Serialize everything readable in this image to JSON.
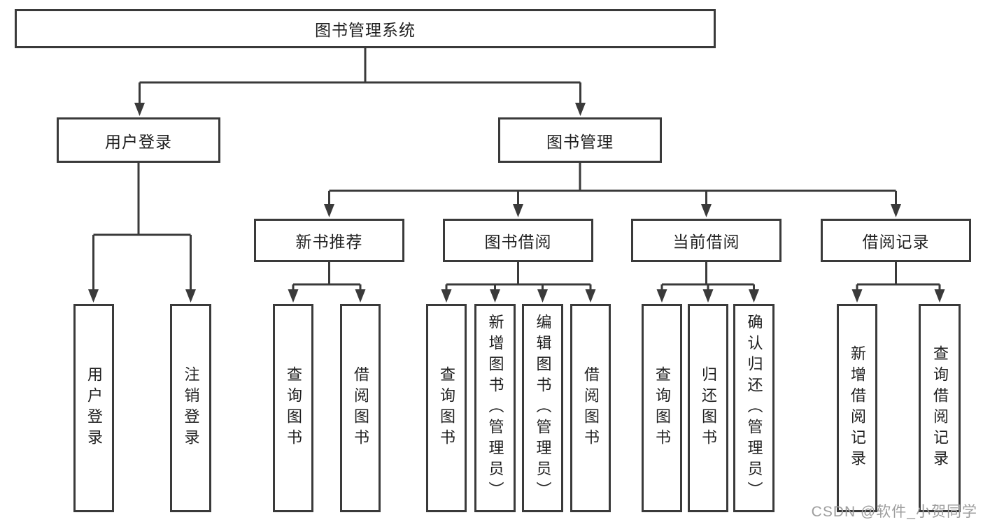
{
  "tree": {
    "root": {
      "label": "图书管理系统",
      "children": [
        {
          "label": "用户登录",
          "children": [
            {
              "label": "用户登录"
            },
            {
              "label": "注销登录"
            }
          ]
        },
        {
          "label": "图书管理",
          "children": [
            {
              "label": "新书推荐",
              "children": [
                {
                  "label": "查询图书"
                },
                {
                  "label": "借阅图书"
                }
              ]
            },
            {
              "label": "图书借阅",
              "children": [
                {
                  "label": "查询图书"
                },
                {
                  "label": "新增图书（管理员）"
                },
                {
                  "label": "编辑图书（管理员）"
                },
                {
                  "label": "借阅图书"
                }
              ]
            },
            {
              "label": "当前借阅",
              "children": [
                {
                  "label": "查询图书"
                },
                {
                  "label": "归还图书"
                },
                {
                  "label": "确认归还（管理员）"
                }
              ]
            },
            {
              "label": "借阅记录",
              "children": [
                {
                  "label": "新增借阅记录"
                },
                {
                  "label": "查询借阅记录"
                }
              ]
            }
          ]
        }
      ]
    }
  },
  "watermark": {
    "text": "CSDN @软件_小贺同学"
  },
  "colors": {
    "line": "#3a3a3a",
    "text": "#1f1f1f",
    "background": "#ffffff",
    "watermark": "#9d9d9d"
  }
}
